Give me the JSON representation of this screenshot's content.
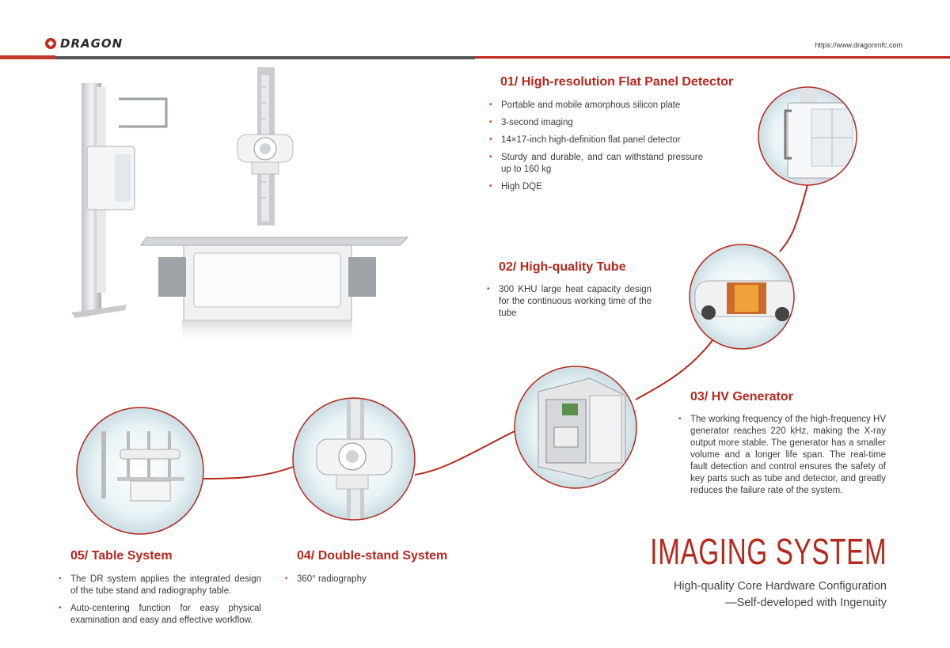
{
  "header": {
    "brand": "DRAGON",
    "url": "https://www.dragonmfc.com"
  },
  "sections": [
    {
      "title": "01/ High-resolution Flat Panel Detector",
      "bullets": [
        "Portable and mobile amorphous silicon plate",
        "3-second imaging",
        "14×17-inch high-definition flat panel detector",
        "Sturdy and durable, and can withstand pressure up to 160 kg",
        "High DQE"
      ]
    },
    {
      "title": "02/ High-quality Tube",
      "bullets": [
        "300 KHU large heat capacity design for the continuous working time of the tube"
      ]
    },
    {
      "title": "03/ HV Generator",
      "bullets": [
        "The working frequency of the high-frequency HV generator reaches 220 kHz, making the X-ray output more stable. The generator has a smaller volume and a longer life span. The real-time fault detection and control ensures the safety of key parts such as tube and detector, and greatly reduces the failure rate of the system."
      ]
    },
    {
      "title": "04/ Double-stand System",
      "bullets": [
        "360° radiography"
      ]
    },
    {
      "title": "05/ Table System",
      "bullets": [
        "The DR system applies the integrated design of the tube stand and radiography table.",
        "Auto-centering function for easy physical examination and easy and effective workflow."
      ]
    }
  ],
  "footer": {
    "title": "IMAGING SYSTEM",
    "subtitle_line1": "High-quality Core Hardware Configuration",
    "subtitle_line2": "—Self-developed with Ingenuity"
  },
  "colors": {
    "accent": "#b5281c",
    "rule_gray": "#555555"
  },
  "icons": [
    "dragon-logo-icon"
  ]
}
